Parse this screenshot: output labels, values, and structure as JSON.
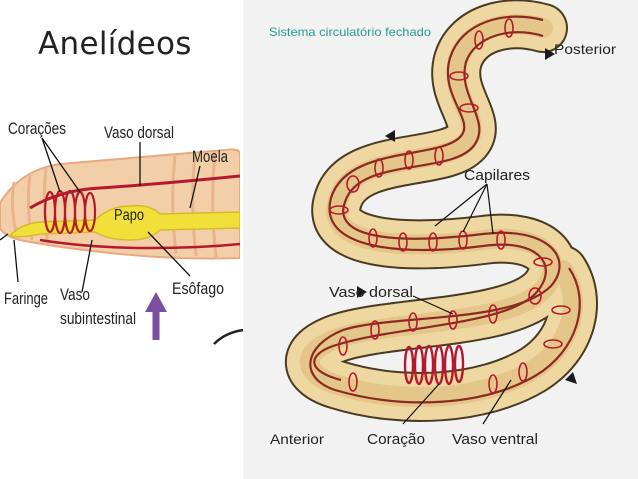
{
  "slide": {
    "title": "Anelídeos"
  },
  "left_diagram": {
    "labels": {
      "hearts": "Corações",
      "dorsal_vessel": "Vaso dorsal",
      "gizzard": "Moela",
      "crop": "Papo",
      "pharynx": "Faringe",
      "subintestinal_vessel_line1": "Vaso",
      "subintestinal_vessel_line2": "subintestinal",
      "esophagus": "Esôfago"
    },
    "colors": {
      "skin": "#f2cfa8",
      "skin_edge": "#e8a982",
      "gut": "#f2e03a",
      "vessel": "#b5192b",
      "arrow": "#7b4fa0"
    }
  },
  "right_diagram": {
    "title": "Sistema circulatório fechado",
    "labels": {
      "posterior": "Posterior",
      "capillaries": "Capilares",
      "dorsal_vessel": "Vaso dorsal",
      "anterior": "Anterior",
      "heart": "Coração",
      "ventral_vessel": "Vaso ventral"
    },
    "colors": {
      "body": "#efd7a1",
      "body_edge": "#4a3a22",
      "vessel": "#8c2a20",
      "capillary": "#b5192b",
      "title": "#2a9a9a"
    }
  }
}
